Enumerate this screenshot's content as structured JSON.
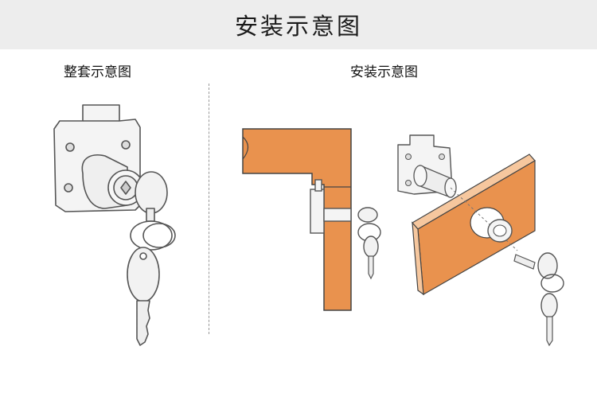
{
  "banner": {
    "title": "安装示意图"
  },
  "panels": {
    "left": {
      "title": "整套示意图"
    },
    "right": {
      "title": "安装示意图"
    }
  },
  "colors": {
    "wood": "#E9924E",
    "wood_light": "#F6C79E",
    "banner_bg": "#EDEDED",
    "metal": "#F2F2F2",
    "outline": "#555555"
  }
}
